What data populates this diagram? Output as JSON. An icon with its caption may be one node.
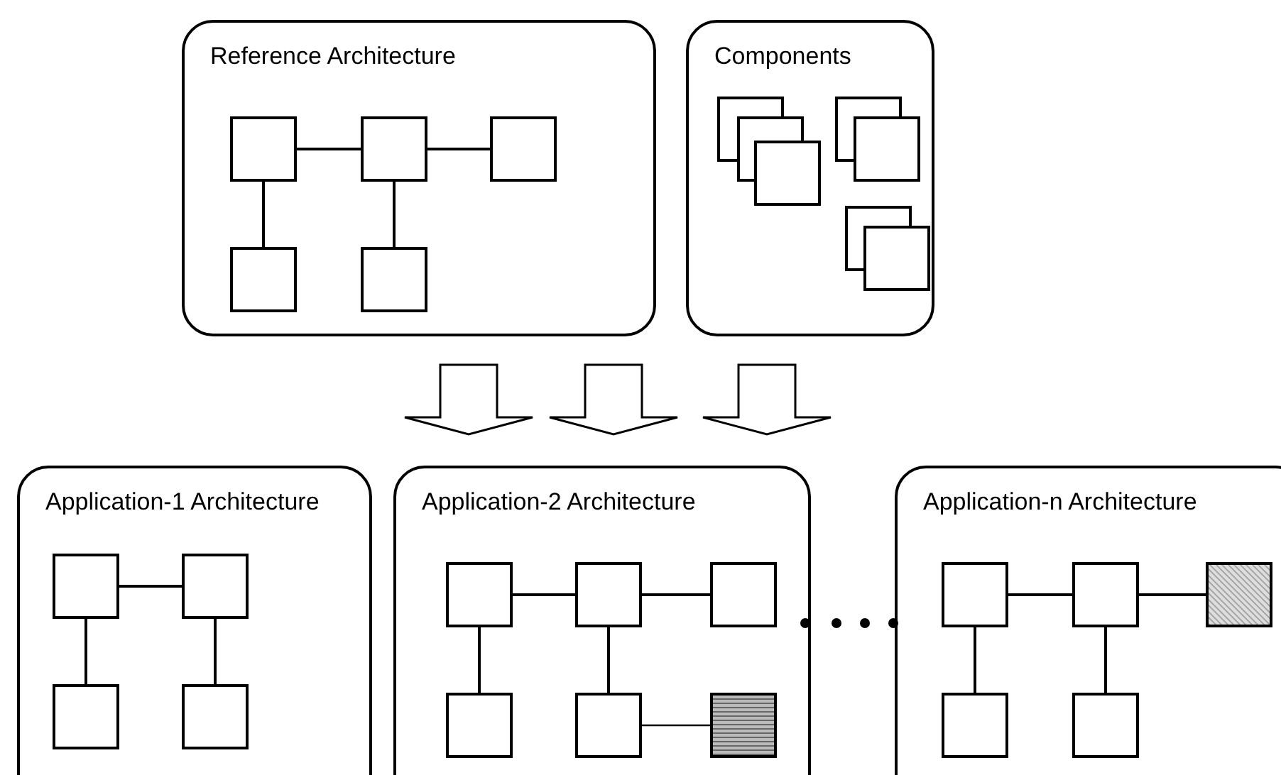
{
  "diagram": {
    "nodes": [
      {
        "text": [
          "Reference Architecture"
        ]
      },
      {
        "text": [],
        "shape": "box",
        "in": 0
      },
      {
        "text": [],
        "shape": "box",
        "in": 0
      },
      {
        "text": [],
        "shape": "box",
        "in": 0
      },
      {
        "text": [],
        "shape": "box",
        "in": 0
      },
      {
        "text": [],
        "shape": "box",
        "in": 0
      },
      {
        "text": [
          "Components"
        ]
      },
      {
        "text": [],
        "shape": "stack",
        "in": 6
      },
      {
        "text": [],
        "shape": "stack",
        "in": 6
      },
      {
        "text": [],
        "shape": "stack",
        "in": 6
      },
      {
        "text": [
          "Application-1 Architecture"
        ]
      },
      {
        "text": [],
        "shape": "box",
        "in": 10
      },
      {
        "text": [],
        "shape": "box",
        "in": 10
      },
      {
        "text": [],
        "shape": "box",
        "in": 10
      },
      {
        "text": [],
        "shape": "box",
        "in": 10
      },
      {
        "text": [
          "Application-2 Architecture"
        ]
      },
      {
        "text": [],
        "shape": "box",
        "in": 15
      },
      {
        "text": [],
        "shape": "box",
        "in": 15
      },
      {
        "text": [],
        "shape": "box",
        "in": 15
      },
      {
        "text": [],
        "shape": "box",
        "in": 15
      },
      {
        "text": [],
        "shape": "box",
        "in": 15
      },
      {
        "text": [],
        "shape": "box",
        "in": 15
      },
      {
        "text": [
          "Application-n Architecture"
        ]
      },
      {
        "text": [],
        "shape": "box",
        "in": 22
      },
      {
        "text": [],
        "shape": "box",
        "in": 22
      },
      {
        "text": [],
        "shape": "box",
        "in": 22
      },
      {
        "text": [],
        "shape": "box",
        "in": 22
      },
      {
        "text": [],
        "shape": "box",
        "in": 22
      }
    ],
    "edges": [
      {
        "from": 1,
        "to": 2,
        "arrow": "none"
      },
      {
        "from": 2,
        "to": 3,
        "arrow": "none"
      },
      {
        "from": 1,
        "to": 4,
        "arrow": "none"
      },
      {
        "from": 2,
        "to": 5,
        "arrow": "none"
      },
      {
        "from": 11,
        "to": 12,
        "arrow": "none"
      },
      {
        "from": 11,
        "to": 13,
        "arrow": "none"
      },
      {
        "from": 12,
        "to": 14,
        "arrow": "none"
      },
      {
        "from": 16,
        "to": 17,
        "arrow": "none"
      },
      {
        "from": 17,
        "to": 18,
        "arrow": "none"
      },
      {
        "from": 16,
        "to": 19,
        "arrow": "none"
      },
      {
        "from": 17,
        "to": 20,
        "arrow": "none"
      },
      {
        "from": 20,
        "to": 21,
        "arrow": "none"
      },
      {
        "from": 23,
        "to": 24,
        "arrow": "none"
      },
      {
        "from": 24,
        "to": 25,
        "arrow": "none"
      },
      {
        "from": 23,
        "to": 26,
        "arrow": "none"
      },
      {
        "from": 24,
        "to": 27,
        "arrow": "none"
      },
      {
        "from": 0,
        "to": 15,
        "arrow": "to",
        "style": "thick"
      },
      {
        "from": 0,
        "to": 15,
        "arrow": "to",
        "style": "thick"
      },
      {
        "from": 6,
        "to": 15,
        "arrow": "to",
        "style": "thick"
      }
    ]
  }
}
